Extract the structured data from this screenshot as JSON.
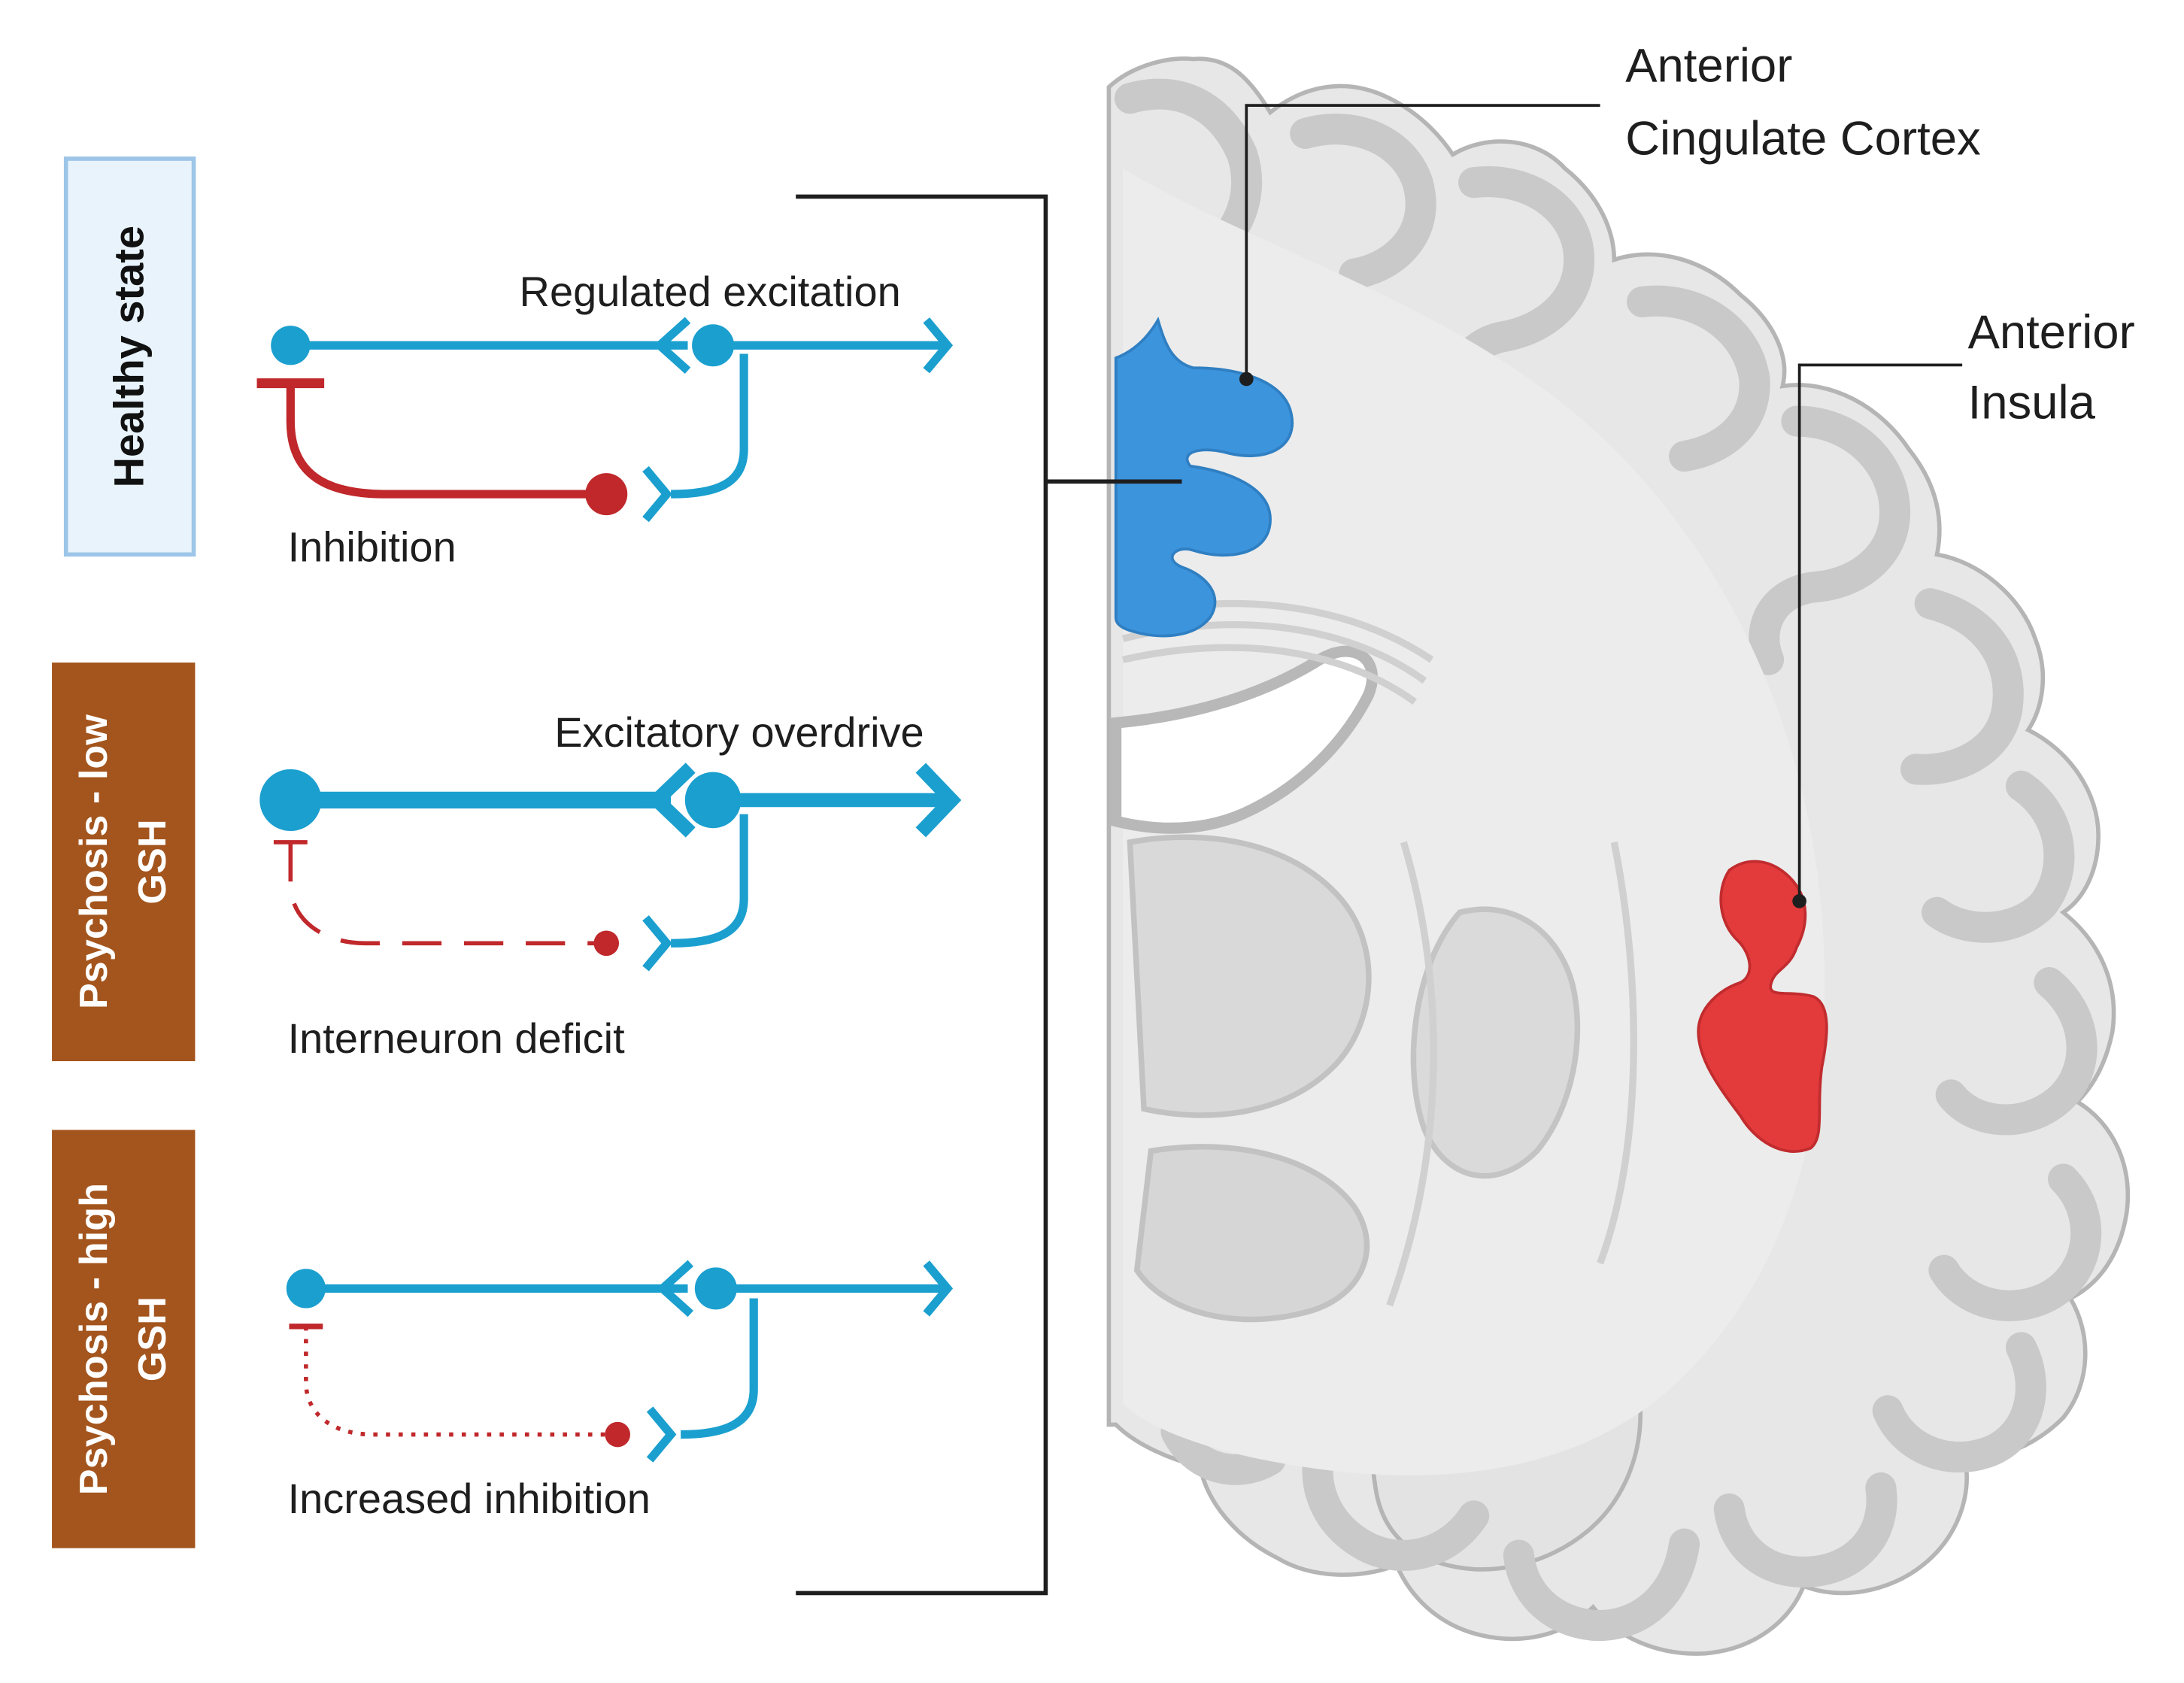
{
  "colors": {
    "excitatory": "#1a9fcf",
    "inhibitory": "#c0282b",
    "healthy_box_fill": "#e8f3fc",
    "healthy_box_stroke": "#9cc5e8",
    "psychosis_box_fill": "#a3551d",
    "acc_region": "#3b93dc",
    "insula_region": "#e0373a",
    "brain_fill": "#e6e6e6",
    "brain_outline": "#b9b9b9",
    "grey_matter": "#cfcfcf"
  },
  "states": [
    {
      "label": "Healthy state",
      "top_label": "Regulated excitation",
      "bottom_label": "Inhibition",
      "inhibition_style": "solid"
    },
    {
      "label_line1": "Psychosis - low",
      "label_line2": "GSH",
      "top_label": "Excitatory overdrive",
      "bottom_label": "Interneuron deficit",
      "inhibition_style": "dashed"
    },
    {
      "label_line1": "Psychosis - high",
      "label_line2": "GSH",
      "top_label": "",
      "bottom_label": "Increased inhibition",
      "inhibition_style": "dotted"
    }
  ],
  "brain": {
    "acc_label_line1": "Anterior",
    "acc_label_line2": "Cingulate Cortex",
    "insula_label_line1": "Anterior",
    "insula_label_line2": "Insula"
  }
}
